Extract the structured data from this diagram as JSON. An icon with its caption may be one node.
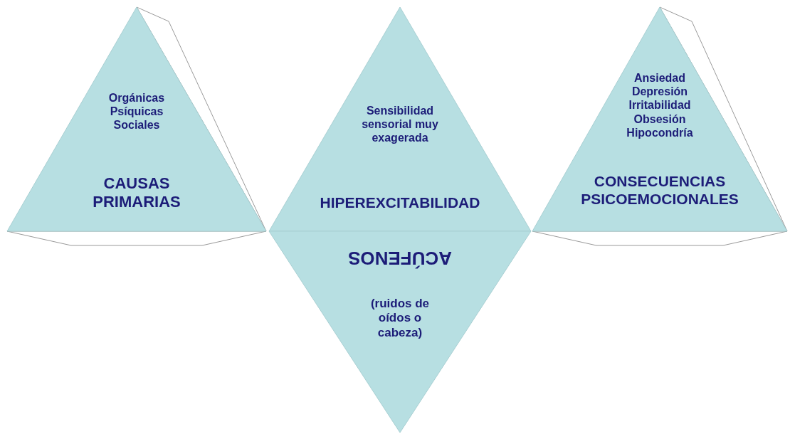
{
  "diagram": {
    "nodes": [
      {
        "text": [
          "Orgánicas Psíquicas Sociales",
          "CAUSAS PRIMARIAS"
        ]
      },
      {
        "text": [
          "Sensibilidad sensorial muy exagerada",
          "HIPEREXCITABILIDAD"
        ]
      },
      {
        "text": [
          "Ansiedad Depresión Irritabilidad Obsesión Hipocondría",
          "CONSECUENCIAS PSICOEMOCIONALES"
        ]
      },
      {
        "text": [
          "ACÚFENOS",
          "(ruidos de oídos o cabeza)"
        ]
      }
    ]
  }
}
